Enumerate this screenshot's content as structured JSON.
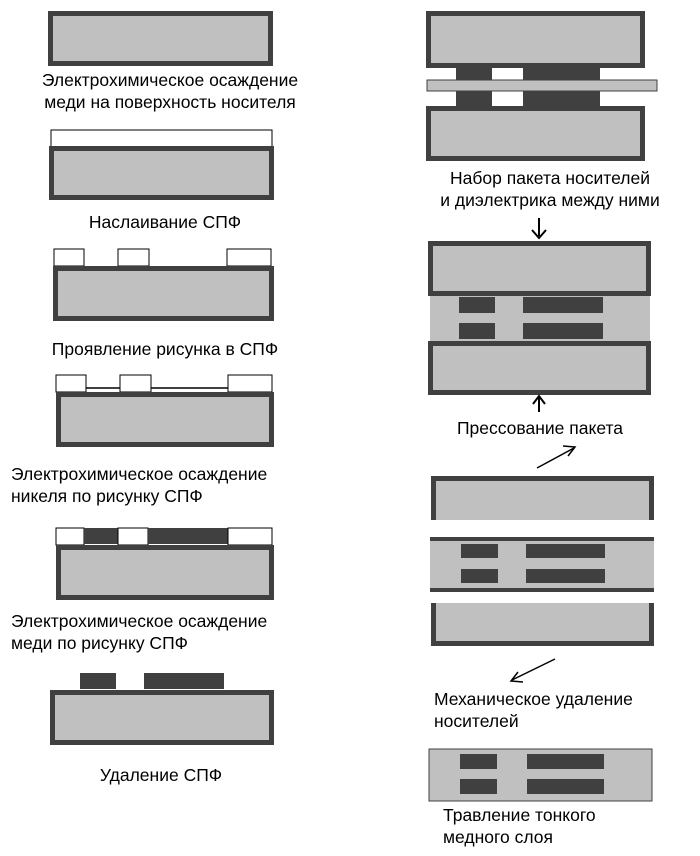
{
  "colors": {
    "carrier_fill": "#c0c0c0",
    "outline": "#404040",
    "photoresist": "#ffffff",
    "metal": "#404040",
    "dielectric": "#c0c0c0",
    "text": "#000000",
    "background": "#ffffff"
  },
  "left_column": {
    "step1": {
      "line1": "Электрохимическое осаждение",
      "line2": "меди на поверхность носителя"
    },
    "step2": {
      "line1": "Наслаивание СПФ"
    },
    "step3": {
      "line1": "Проявление рисунка в СПФ"
    },
    "step4": {
      "line1": "Электрохимическое осаждение",
      "line2": "никеля по рисунку СПФ"
    },
    "step5": {
      "line1": "Электрохимическое осаждение",
      "line2": "меди по рисунку СПФ"
    },
    "step6": {
      "line1": "Удаление СПФ"
    }
  },
  "right_column": {
    "step7": {
      "line1": "Набор пакета носителей",
      "line2": "и диэлектрика между ними"
    },
    "step8": {
      "line1": "Прессование пакета"
    },
    "step9": {
      "line1": "Механическое удаление",
      "line2": "носителей"
    },
    "step10": {
      "line1": "Травление тонкого",
      "line2": "медного слоя"
    }
  }
}
